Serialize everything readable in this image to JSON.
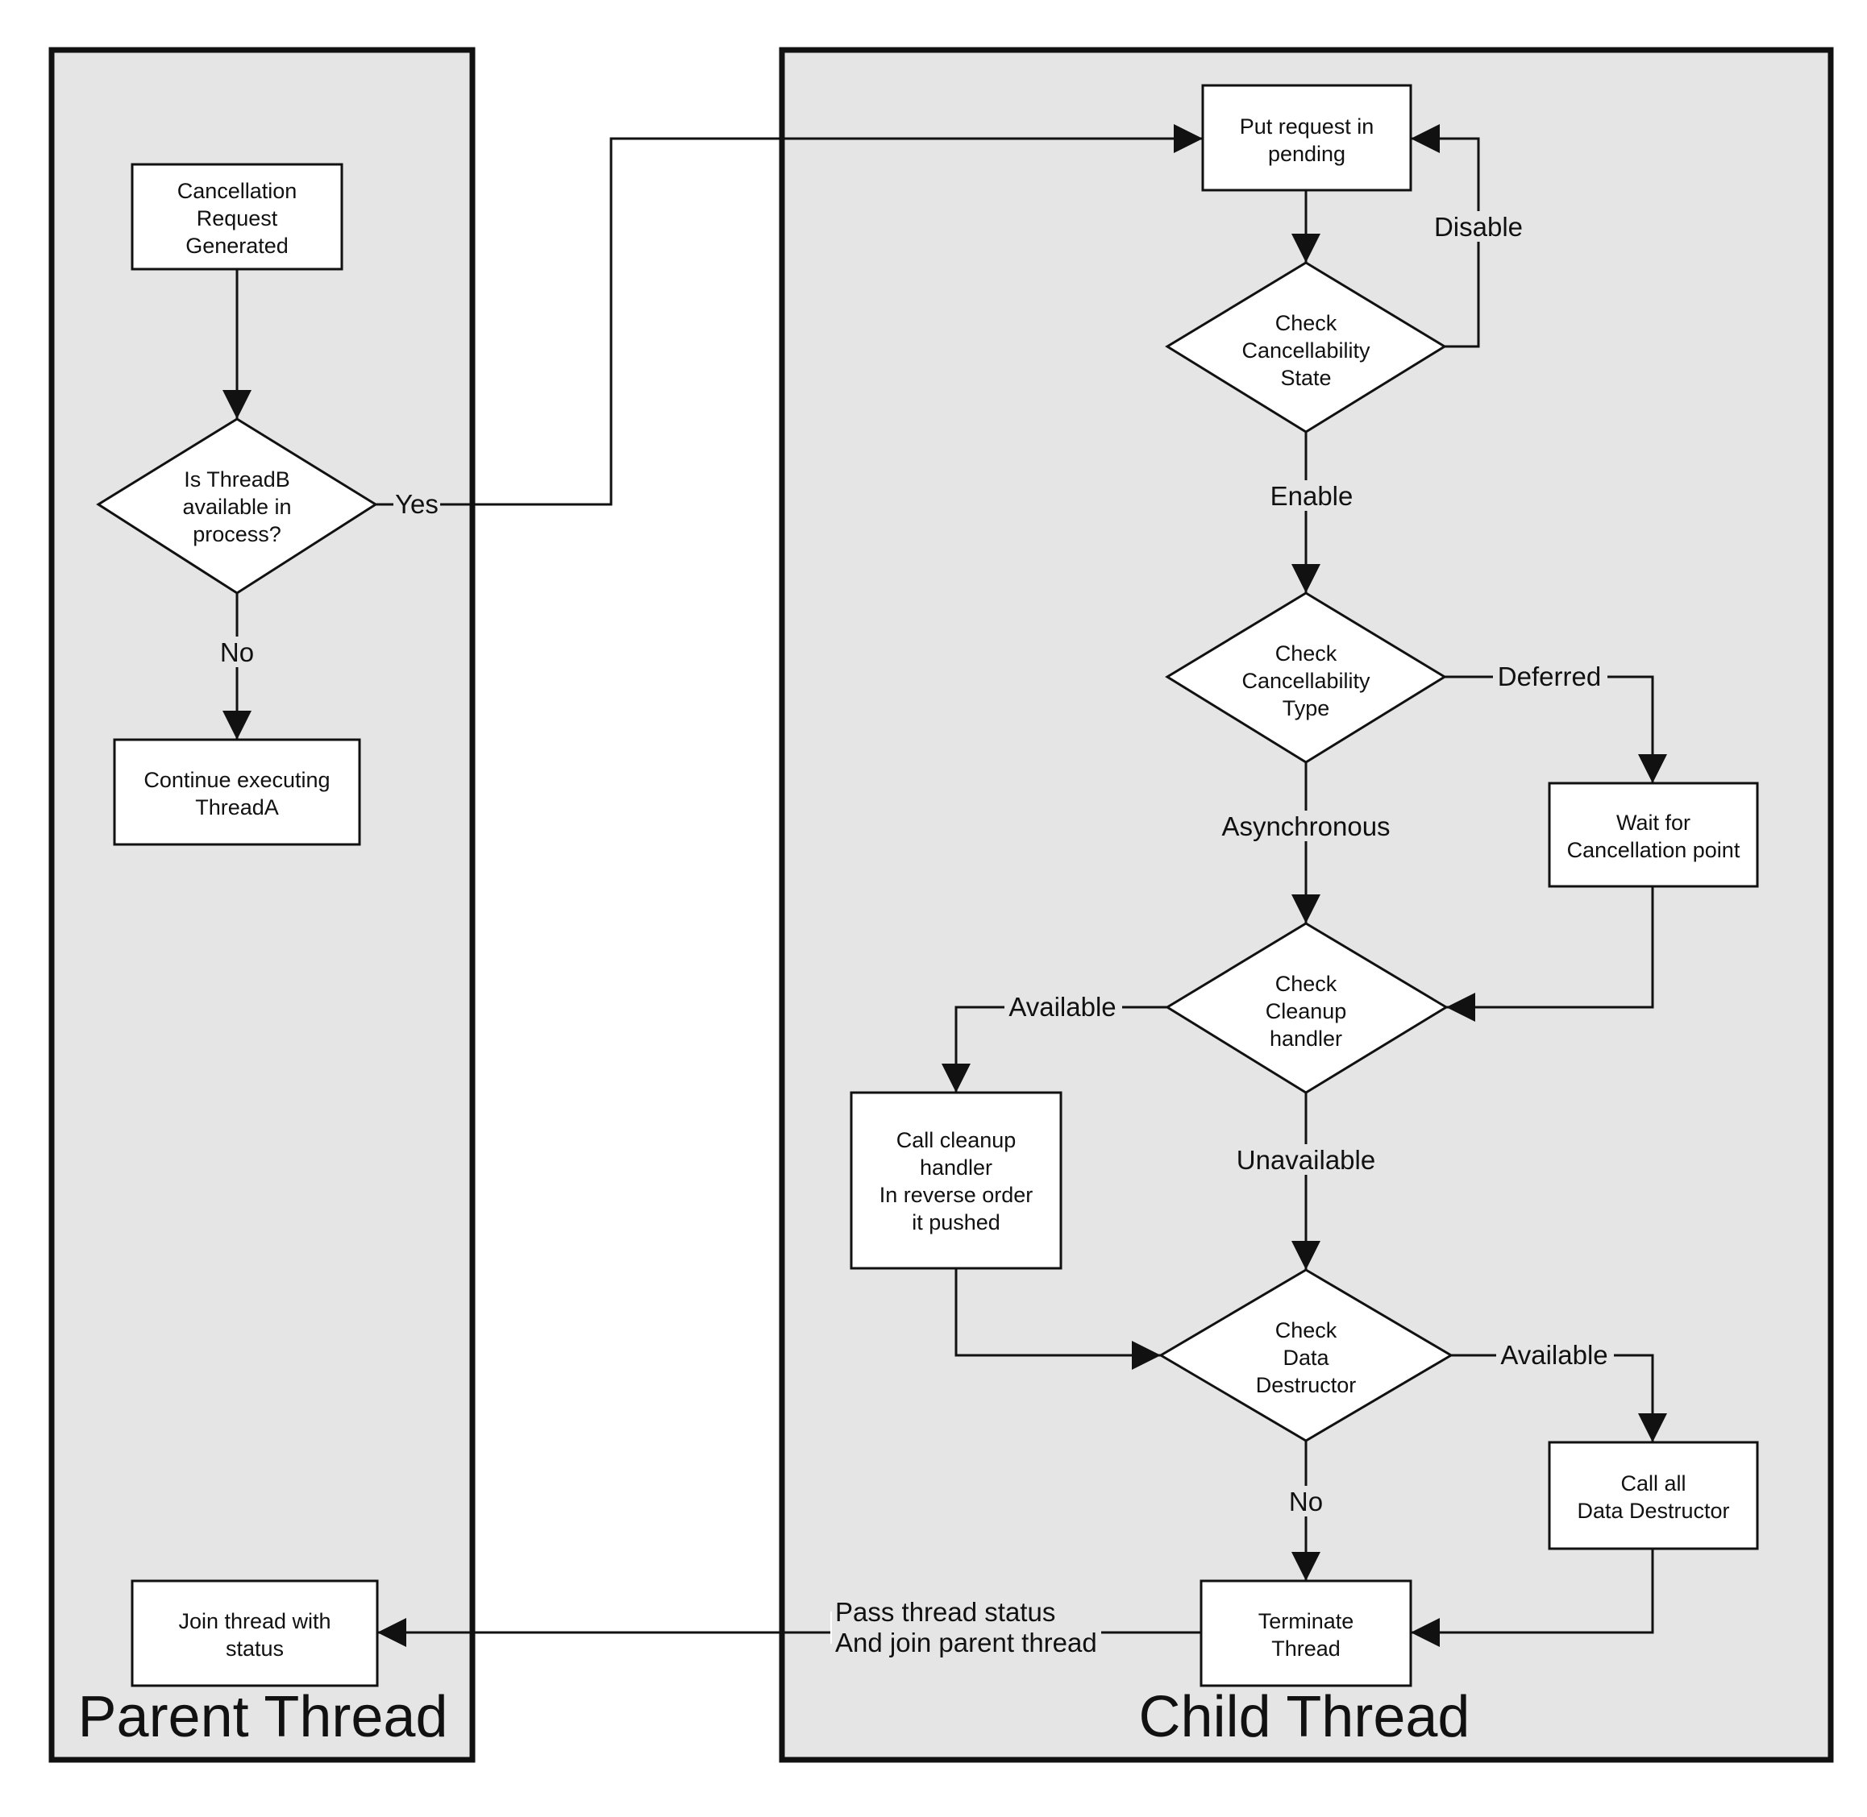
{
  "lanes": {
    "parent": "Parent Thread",
    "child": "Child Thread"
  },
  "nodes": {
    "cancellation_request": [
      "Cancellation",
      "Request",
      "Generated"
    ],
    "is_threadb_available": [
      "Is ThreadB",
      "available in",
      "process?"
    ],
    "continue_executing": [
      "Continue executing",
      "ThreadA"
    ],
    "join_thread": [
      "Join thread with",
      "status"
    ],
    "put_request_pending": [
      "Put request in",
      "pending"
    ],
    "check_state": [
      "Check",
      "Cancellability",
      "State"
    ],
    "check_type": [
      "Check",
      "Cancellability",
      "Type"
    ],
    "wait_cancellation_point": [
      "Wait for",
      "Cancellation point"
    ],
    "check_cleanup": [
      "Check",
      "Cleanup",
      "handler"
    ],
    "call_cleanup": [
      "Call cleanup",
      "handler",
      "In reverse order",
      "it pushed"
    ],
    "check_destructor": [
      "Check",
      "Data",
      "Destructor"
    ],
    "call_destructors": [
      "Call all",
      "Data Destructor"
    ],
    "terminate_thread": [
      "Terminate",
      "Thread"
    ]
  },
  "edges": {
    "yes": "Yes",
    "no_parent": "No",
    "disable": "Disable",
    "enable": "Enable",
    "deferred": "Deferred",
    "asynchronous": "Asynchronous",
    "available_cleanup": "Available",
    "unavailable": "Unavailable",
    "available_destructor": "Available",
    "no_destructor": "No",
    "pass_status": [
      "Pass thread status",
      "And join parent thread"
    ]
  }
}
